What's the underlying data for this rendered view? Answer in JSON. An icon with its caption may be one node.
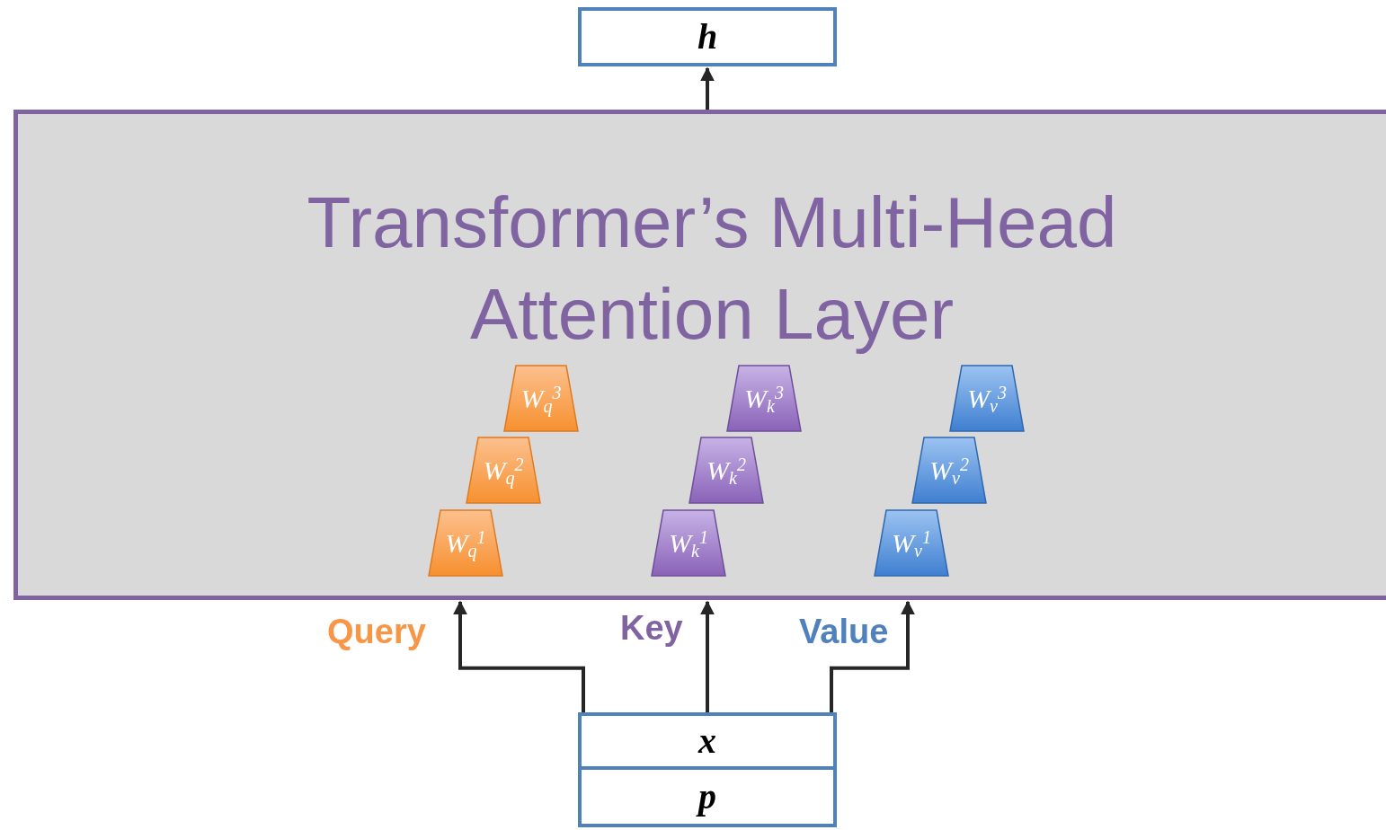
{
  "diagram": {
    "nodes": [
      {
        "text": [
          "h"
        ]
      },
      {
        "text": [
          "Transformer’s Multi-Head Attention Layer"
        ]
      },
      {
        "text": [
          "W$_{q}$$^{3}$"
        ],
        "in": 1
      },
      {
        "text": [
          "W$_{k}$$^{3}$"
        ],
        "in": 1
      },
      {
        "text": [
          "W$_{v}$$^{3}$"
        ],
        "in": 1
      },
      {
        "text": [
          "W$_{q}$$^{2}$"
        ],
        "in": 1
      },
      {
        "text": [
          "W$_{k}$$^{2}$"
        ],
        "in": 1
      },
      {
        "text": [
          "W$_{v}$$^{2}$"
        ],
        "in": 1
      },
      {
        "text": [
          "W$_{q}$$^{1}$"
        ],
        "in": 1
      },
      {
        "text": [
          "W$_{k}$$^{1}$"
        ],
        "in": 1
      },
      {
        "text": [
          "W$_{v}$$^{1}$"
        ],
        "in": 1
      },
      {
        "text": [
          "x"
        ]
      },
      {
        "text": [
          "p"
        ]
      }
    ],
    "edges": [
      {
        "from": 1,
        "to": 0,
        "arrow": "to"
      },
      {
        "from": 11,
        "to": 1,
        "arrow": "to",
        "label": "Query"
      },
      {
        "from": 11,
        "to": 1,
        "arrow": "to",
        "label": "Key"
      },
      {
        "from": 11,
        "to": 1,
        "arrow": "to",
        "label": "Value"
      }
    ]
  }
}
